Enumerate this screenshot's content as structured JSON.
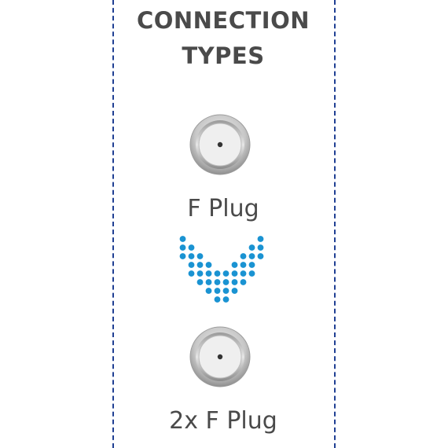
{
  "header": {
    "title_line_1": "CONNECTION",
    "title_line_2": "TYPES"
  },
  "connections": [
    {
      "label": "F Plug",
      "icon": "f-connector-icon"
    },
    {
      "label": "2x F Plug",
      "icon": "f-connector-icon"
    }
  ],
  "arrow": {
    "icon": "dotted-chevron-down-icon"
  },
  "colors": {
    "border_dash": "#1f3f93",
    "text": "#4a4a4a",
    "arrow_dots": "#1a93d2",
    "connector_metal": "#b9b9b9"
  }
}
